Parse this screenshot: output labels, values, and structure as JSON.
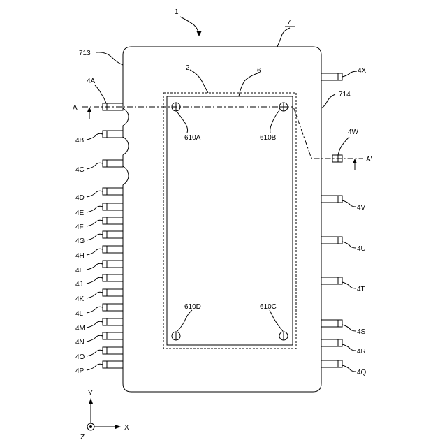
{
  "figure": {
    "assembly_ref": "1",
    "housing_ref": "7",
    "housing_left_edge_ref": "713",
    "housing_right_edge_ref": "714",
    "substrate_ref": "2",
    "sealing_ref": "6",
    "section_start": "A",
    "section_end": "A'",
    "holes": [
      {
        "label": "610A"
      },
      {
        "label": "610B"
      },
      {
        "label": "610C"
      },
      {
        "label": "610D"
      }
    ],
    "left_terminals": [
      "4A",
      "4B",
      "4C",
      "4D",
      "4E",
      "4F",
      "4G",
      "4H",
      "4I",
      "4J",
      "4K",
      "4L",
      "4M",
      "4N",
      "4O",
      "4P"
    ],
    "right_terminals": [
      "4X",
      "4W",
      "4V",
      "4U",
      "4T",
      "4S",
      "4R",
      "4Q"
    ],
    "axes": {
      "y": "Y",
      "x": "X",
      "z": "Z"
    }
  }
}
